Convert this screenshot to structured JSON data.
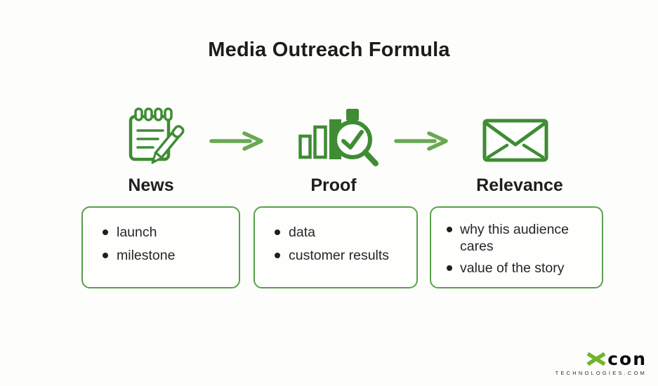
{
  "title": "Media Outreach Formula",
  "columns": [
    {
      "label": "News",
      "icon": "notepad-pencil-icon",
      "bullets": [
        "launch",
        "milestone"
      ]
    },
    {
      "label": "Proof",
      "icon": "bar-chart-magnifier-check-icon",
      "bullets": [
        "data",
        "customer results"
      ]
    },
    {
      "label": "Relevance",
      "icon": "envelope-icon",
      "bullets": [
        "why this audience cares",
        "value of the story"
      ]
    }
  ],
  "flow": {
    "arrow_icons": [
      "arrow-right-icon",
      "arrow-right-icon"
    ]
  },
  "logo": {
    "brand_x": "x",
    "brand_rest": "con",
    "subtext": "TECHNOLOGIES.COM"
  },
  "colors": {
    "icon_green": "#3f8c34",
    "arrow_green": "#68a952",
    "box_border_green": "#58a04c",
    "title_color": "#1c1c1a",
    "body_text_color": "#262626",
    "logo_green": "#72b52c",
    "logo_black": "#0c0c0c",
    "background": "#fdfdfc"
  }
}
